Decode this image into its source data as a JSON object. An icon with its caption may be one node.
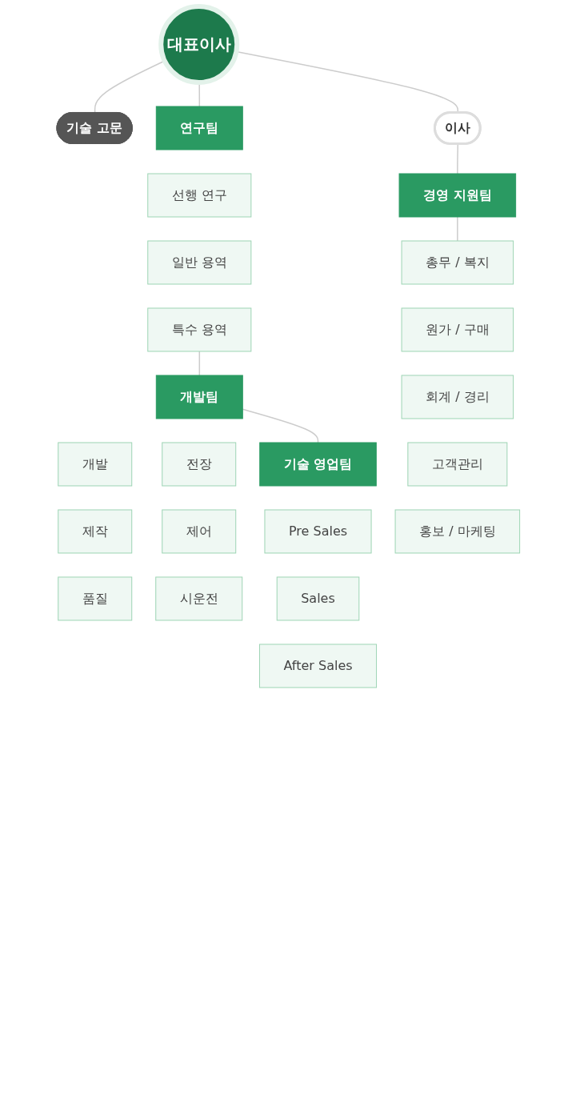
{
  "diagram": {
    "nodes": [
      {
        "text": [
          "대표이사"
        ]
      },
      {
        "text": [
          "기술 고문"
        ]
      },
      {
        "text": [
          "이사"
        ]
      },
      {
        "text": [
          "연구팀"
        ]
      },
      {
        "text": [
          "선행 연구"
        ]
      },
      {
        "text": [
          "일반 용역"
        ]
      },
      {
        "text": [
          "특수 용역"
        ]
      },
      {
        "text": [
          "개발팀"
        ]
      },
      {
        "text": [
          "개발"
        ]
      },
      {
        "text": [
          "전장"
        ]
      },
      {
        "text": [
          "제작"
        ]
      },
      {
        "text": [
          "제어"
        ]
      },
      {
        "text": [
          "품질"
        ]
      },
      {
        "text": [
          "시운전"
        ]
      },
      {
        "text": [
          "기술 영업팀"
        ]
      },
      {
        "text": [
          "Pre Sales"
        ]
      },
      {
        "text": [
          "Sales"
        ]
      },
      {
        "text": [
          "After Sales"
        ]
      },
      {
        "text": [
          "경영 지원팀"
        ]
      },
      {
        "text": [
          "총무 / 복지"
        ]
      },
      {
        "text": [
          "원가 / 구매"
        ]
      },
      {
        "text": [
          "회계 / 경리"
        ]
      },
      {
        "text": [
          "고객관리"
        ]
      },
      {
        "text": [
          "홍보 / 마케팅"
        ]
      }
    ],
    "edges": [
      {
        "from": 0,
        "to": 1,
        "arrow": "none"
      },
      {
        "from": 0,
        "to": 2,
        "arrow": "none"
      },
      {
        "from": 0,
        "to": 3,
        "arrow": "none"
      },
      {
        "from": 2,
        "to": 18,
        "arrow": "none"
      },
      {
        "from": 18,
        "to": 19,
        "arrow": "none"
      },
      {
        "from": 6,
        "to": 7,
        "arrow": "none"
      },
      {
        "from": 7,
        "to": 14,
        "arrow": "none"
      }
    ]
  }
}
